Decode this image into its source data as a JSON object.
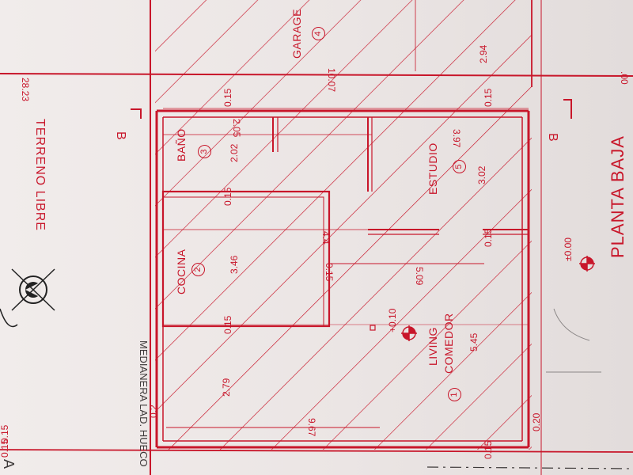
{
  "site": {
    "free_land_label": "TERRENO LIBRE",
    "boundary_label": "MEDIANERA LAD. HUECO",
    "plan_title": "PLANTA BAJA",
    "section_marker": "B",
    "axis_letter": "A"
  },
  "rooms": [
    {
      "name": "LIVING",
      "name2": "COMEDOR",
      "number": "1"
    },
    {
      "name": "COCINA",
      "number": "2"
    },
    {
      "name": "BAÑO",
      "number": "3"
    },
    {
      "name": "GARAGE",
      "number": "4"
    },
    {
      "name": "ESTUDIO",
      "number": "5"
    }
  ],
  "levels": {
    "interior": "+0.10",
    "exterior": "±0.00"
  },
  "dimensions": {
    "lot_length": "28.23",
    "facade_width": "10.07",
    "right_edge": ".00",
    "house_length": "9.67",
    "living_depth": "5.45",
    "living_width": "5.09",
    "left_wall_run": "2.79",
    "kitchen_depth": "3.46",
    "kitchen_width": "4.4",
    "bath_depth": "2.02",
    "bath_width": "2.05",
    "study_depth": "3.02",
    "study_width": "3.97",
    "garage_depth": "2.94",
    "wall_thickness": "0.15",
    "wall_thickness_short": "0.2",
    "wall_thickness_alt": "0.20"
  },
  "colors": {
    "ink": "#c8162a",
    "paper": "#ece7e6",
    "pencil": "#8a8686"
  }
}
